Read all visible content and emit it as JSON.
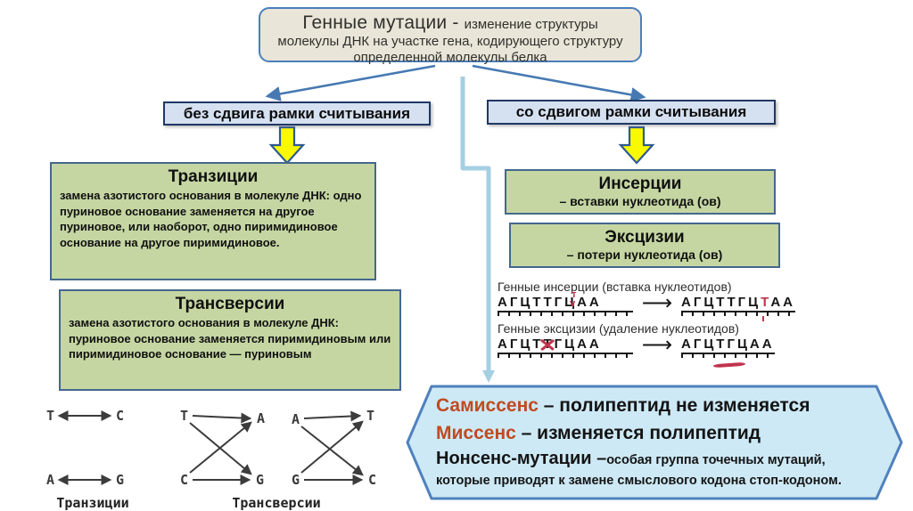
{
  "colors": {
    "top_fill": "#e9e5d8",
    "top_border": "#4a7ebc",
    "branch_fill": "#d5e0f0",
    "branch_border": "#1f3864",
    "green_fill": "#c5d6a2",
    "green_border": "#44688d",
    "yellow": "#f9f900",
    "yellow_border": "#2e5a93",
    "connector_blue": "#a5cfe2",
    "arrow_blue": "#4679b2",
    "hex_fill": "#cde9f5",
    "hex_border": "#4f81bd",
    "accent_red": "#c04a21",
    "mark_red": "#c2334d"
  },
  "top_box": {
    "title": "Генные мутации - ",
    "description": "изменение структуры молекулы ДНК на участке гена, кодирующего структуру определенной молекулы белка"
  },
  "branches": {
    "left": "без сдвига рамки считывания",
    "right": "со сдвигом рамки считывания"
  },
  "transitions": {
    "title": "Транзиции",
    "body": "замена азотистого основания в молекуле ДНК: одно пуриновое основание заменяется на другое пуриновое, или наоборот, одно пиримидиновое основание на другое пиримидиновое."
  },
  "transversions": {
    "title": "Трансверсии",
    "body": "замена азотистого основания в молекуле ДНК: пуриновое основание заменяется пиримидиновым или пиримидиновое основание — пуриновым"
  },
  "insertions": {
    "title": "Инсерции",
    "subtitle": "– вставки нуклеотида (ов)"
  },
  "excisions": {
    "title": "Эксцизии",
    "subtitle": "– потери нуклеотида (ов)"
  },
  "letter_diagram": {
    "transitions_label": "Транзиции",
    "transversions_label": "Трансверсии",
    "pair1": {
      "left": "T",
      "right": "C"
    },
    "pair2": {
      "left": "A",
      "right": "G"
    },
    "cross1": {
      "tl": "T",
      "tr": "A",
      "bl": "C",
      "br": "G"
    },
    "cross2": {
      "tl": "A",
      "tr": "T",
      "bl": "G",
      "br": "C"
    }
  },
  "dna_figure": {
    "insertion_label": "Генные инсерции (вставка нуклеотидов)",
    "excision_label": "Генные эксцизии (удаление нуклеотидов)",
    "insertion_before": {
      "pre": "АГЦТТГЦ",
      "inserted": "т",
      "caret": "v",
      "post": "АА"
    },
    "insertion_after": {
      "pre": "АГЦТТГЦ",
      "red": "Т",
      "post": "АА"
    },
    "excision_before": {
      "pre": "АГЦТ",
      "crossed": "Т",
      "post": "ГЦАА"
    },
    "excision_after": {
      "pre": "АГЦТ",
      "post": "ГЦАА"
    },
    "arrow_glyph": "⟶"
  },
  "hexagon": {
    "line1_term": "Самиссенс",
    "line1_rest": " – полипептид не изменяется",
    "line2_term": "Миссенс",
    "line2_rest": " – изменяется полипептид",
    "line3_term": "Нонсенс-мутации –",
    "line3_rest": "особая группа точечных мутаций,",
    "line4": "которые приводят к замене смыслового кодона стоп-кодоном."
  }
}
